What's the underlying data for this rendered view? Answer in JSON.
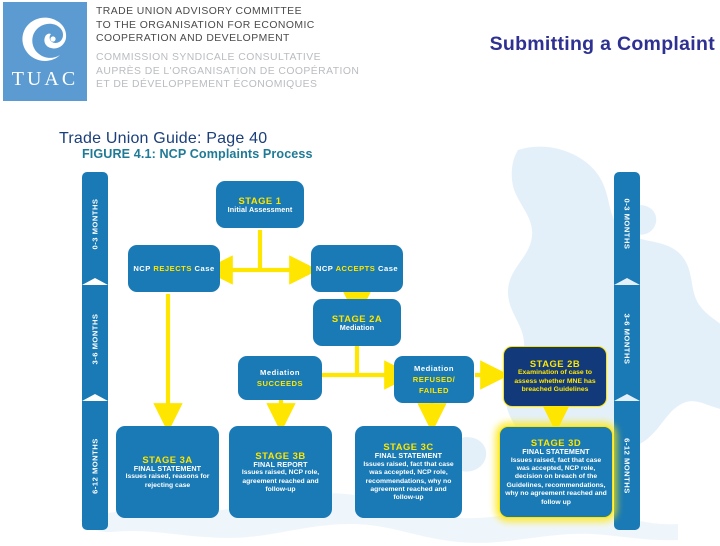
{
  "header": {
    "logo_word": "TUAC",
    "logo_icon": "tuac-spiral-logo",
    "org_en": "TRADE UNION ADVISORY COMMITTEE TO THE ORGANISATION FOR ECONOMIC COOPERATION AND DEVELOPMENT",
    "org_en_lines": [
      "TRADE UNION ADVISORY COMMITTEE",
      "TO THE ORGANISATION FOR ECONOMIC",
      "COOPERATION AND DEVELOPMENT"
    ],
    "org_fr_lines": [
      "COMMISSION SYNDICALE CONSULTATIVE",
      "AUPRÈS DE L'ORGANISATION DE COOPÉRATION",
      "ET DE DÉVELOPPEMENT ÉCONOMIQUES"
    ],
    "title": "Submitting a Complaint"
  },
  "slide": {
    "guide_line": "Trade Union Guide: Page 40",
    "figure_line": "FIGURE 4.1: NCP Complaints Process"
  },
  "colors": {
    "title_blue": "#2e3192",
    "guide_navy": "#1b3f7a",
    "figure_teal": "#1f7a96",
    "node_blue": "#1a7ab5",
    "node_navy": "#123a7a",
    "accent_yellow": "#ffe600",
    "logo_blue": "#5b9bd1",
    "map_blue": "#cfe4f5"
  },
  "chart_data": {
    "type": "diagram",
    "title": "FIGURE 4.1: NCP Complaints Process",
    "timeline": [
      {
        "label": "0-3 MONTHS"
      },
      {
        "label": "3-6 MONTHS"
      },
      {
        "label": "6-12 MONTHS"
      }
    ],
    "nodes": [
      {
        "id": "stage1",
        "title": "STAGE 1",
        "sub": "Initial Assessment",
        "body": ""
      },
      {
        "id": "reject",
        "title": "NCP",
        "highlight": "REJECTS",
        "tail": "Case"
      },
      {
        "id": "accept",
        "title": "NCP",
        "highlight": "ACCEPTS",
        "tail": "Case"
      },
      {
        "id": "stage2a",
        "title": "STAGE 2A",
        "sub": "Mediation",
        "body": ""
      },
      {
        "id": "med_ok",
        "title": "Mediation",
        "highlight": "SUCCEEDS"
      },
      {
        "id": "med_fail",
        "title": "Mediation",
        "highlight": "REFUSED/ FAILED"
      },
      {
        "id": "stage2b",
        "title": "STAGE 2B",
        "sub": "",
        "body": "Examination of case to assess whether MNE has breached Guidelines"
      },
      {
        "id": "stage3a",
        "title": "STAGE 3A",
        "sub": "FINAL STATEMENT",
        "body": "Issues raised, reasons for rejecting case"
      },
      {
        "id": "stage3b",
        "title": "STAGE 3B",
        "sub": "FINAL REPORT",
        "body": "Issues raised, NCP role, agreement reached and follow-up"
      },
      {
        "id": "stage3c",
        "title": "STAGE 3C",
        "sub": "FINAL STATEMENT",
        "body": "Issues raised, fact that case was accepted, NCP role, recommendations, why no agreement reached and follow-up"
      },
      {
        "id": "stage3d",
        "title": "STAGE 3D",
        "sub": "FINAL STATEMENT",
        "body": "Issues raised, fact that case was accepted, NCP role, decision on breach of the Guidelines, recommendations, why no agreement reached and follow up"
      }
    ],
    "edges": [
      {
        "from": "stage1",
        "to": "reject"
      },
      {
        "from": "stage1",
        "to": "accept"
      },
      {
        "from": "accept",
        "to": "stage2a"
      },
      {
        "from": "stage2a",
        "to": "med_ok"
      },
      {
        "from": "stage2a",
        "to": "med_fail"
      },
      {
        "from": "med_fail",
        "to": "stage2b"
      },
      {
        "from": "reject",
        "to": "stage3a"
      },
      {
        "from": "med_ok",
        "to": "stage3b"
      },
      {
        "from": "med_fail",
        "to": "stage3c"
      },
      {
        "from": "stage2b",
        "to": "stage3d"
      }
    ]
  }
}
